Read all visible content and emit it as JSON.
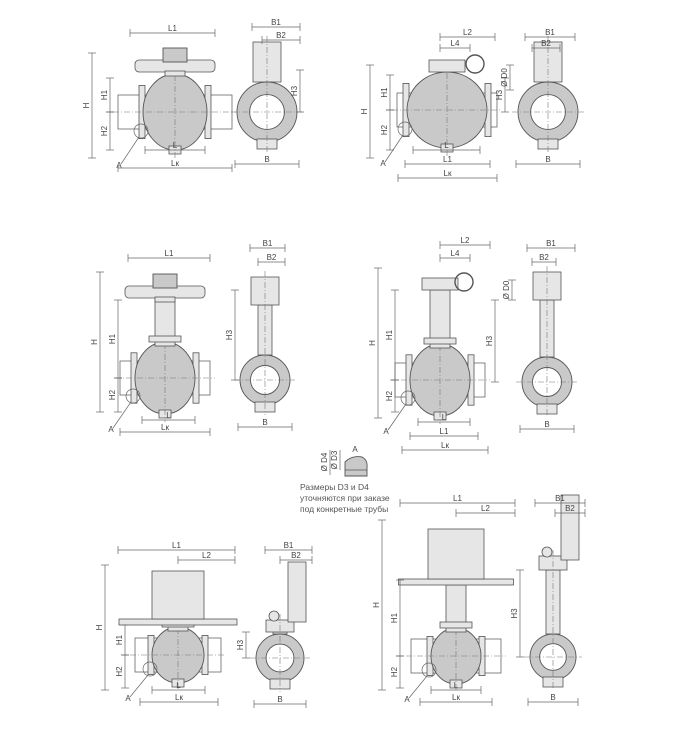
{
  "labels": {
    "H": "H",
    "H1": "H1",
    "H2": "H2",
    "H3": "H3",
    "L": "L",
    "L1": "L1",
    "L2": "L2",
    "L4": "L4",
    "Lk": "Lк",
    "B": "B",
    "B1": "B1",
    "B2": "B2",
    "D0": "Ø D0",
    "D3": "Ø D3",
    "D4": "Ø D4",
    "A": "A"
  },
  "note": {
    "line1": "Размеры D3 и D4",
    "line2": "уточняются при заказе",
    "line3": "под конкретные трубы"
  },
  "colors": {
    "body": "#c9c9c9",
    "line": "#555555"
  }
}
